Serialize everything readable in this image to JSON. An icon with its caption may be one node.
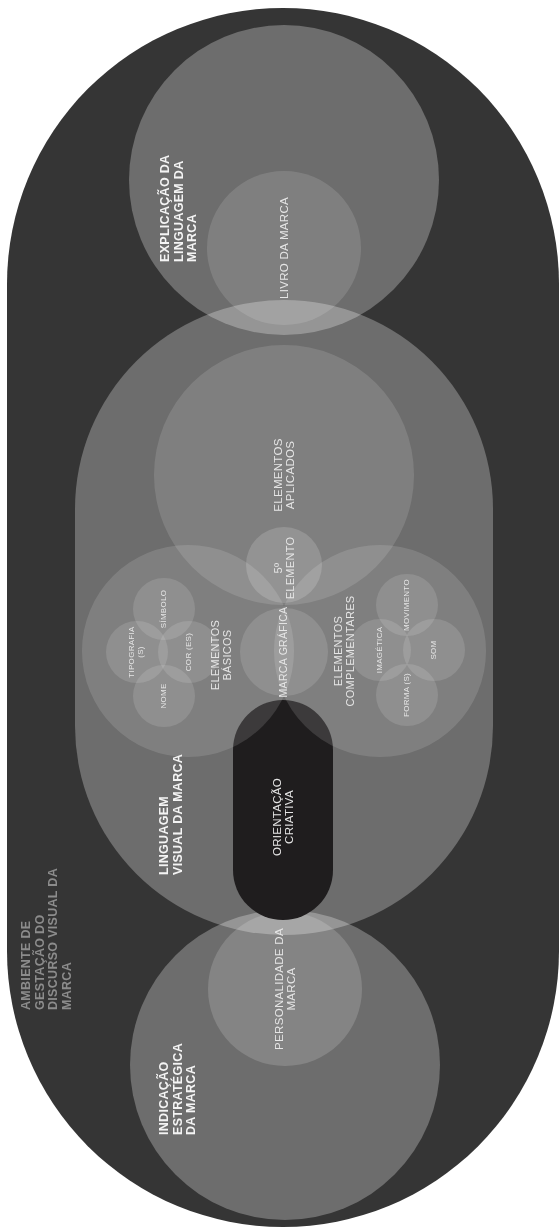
{
  "diagram": {
    "nodes": [
      {
        "text": [
          "AMBIENTE DE GESTAÇÃO DO DISCURSO VISUAL DA MARCA"
        ]
      },
      {
        "text": [
          "INDICAÇÃO ESTRATÉGICA DA MARCA"
        ],
        "in": 0
      },
      {
        "text": [
          "PERSONALIDADE DA MARCA"
        ],
        "in": 1
      },
      {
        "text": [
          "LINGUAGEM VISUAL DA MARCA"
        ],
        "in": 0
      },
      {
        "text": [
          "ORIENTAÇÃO CRIATIVA"
        ],
        "in": 3
      },
      {
        "text": [
          "ELEMENTOS BÁSICOS"
        ],
        "in": 3
      },
      {
        "text": [
          "NOME"
        ],
        "in": 5
      },
      {
        "text": [
          "TIPOGRAFIA (S)"
        ],
        "in": 5
      },
      {
        "text": [
          "COR (ES)"
        ],
        "in": 5
      },
      {
        "text": [
          "SÍMBOLO"
        ],
        "in": 5
      },
      {
        "text": [
          "MARCA GRÁFICA"
        ],
        "in": 3
      },
      {
        "text": [
          "ELEMENTOS COMPLEMENTARES"
        ],
        "in": 3
      },
      {
        "text": [
          "FORMA (S)"
        ],
        "in": 11
      },
      {
        "text": [
          "IMAGÉTICA"
        ],
        "in": 11
      },
      {
        "text": [
          "SOM"
        ],
        "in": 11
      },
      {
        "text": [
          "MOVIMENTO"
        ],
        "in": 11
      },
      {
        "text": [
          "5º ELEMENTO"
        ],
        "in": 17
      },
      {
        "text": [
          "ELEMENTOS APLICADOS"
        ],
        "in": 3
      },
      {
        "text": [
          "EXPLICAÇÃO DA LINGUAGEM DA MARCA"
        ],
        "in": 0
      },
      {
        "text": [
          "LIVRO DA MARCA"
        ],
        "in": 18
      }
    ]
  }
}
